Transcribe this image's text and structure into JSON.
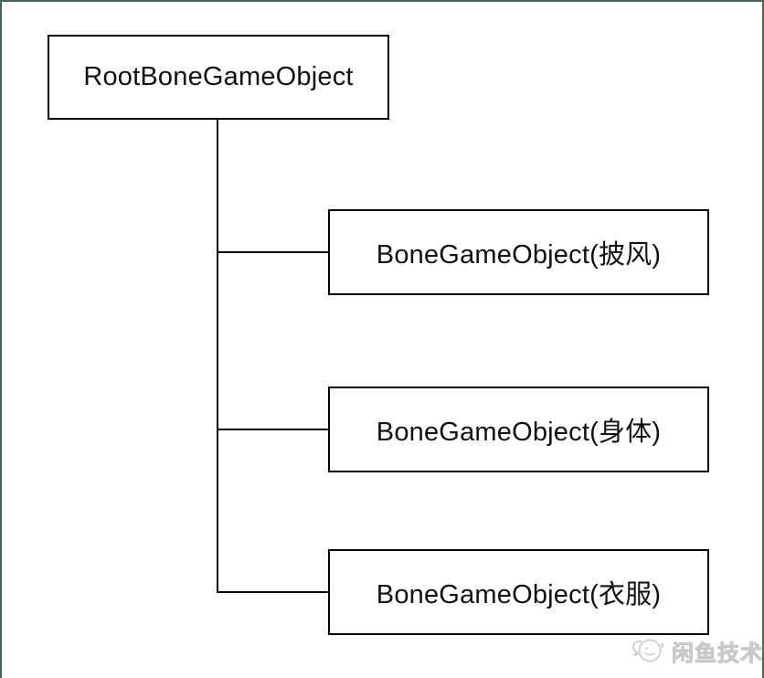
{
  "diagram": {
    "root": {
      "label": "RootBoneGameObject"
    },
    "children": [
      {
        "label": "BoneGameObject(披风)"
      },
      {
        "label": "BoneGameObject(身体)"
      },
      {
        "label": "BoneGameObject(衣服)"
      }
    ]
  },
  "watermark": {
    "text": "闲鱼技术",
    "logo": "xianyu-double-bubble-logo-icon"
  },
  "colors": {
    "frame_border": "#466950",
    "node_border": "#000000",
    "connector": "#000000",
    "text": "#111111",
    "watermark": "#cccccc",
    "background": "#ffffff"
  }
}
